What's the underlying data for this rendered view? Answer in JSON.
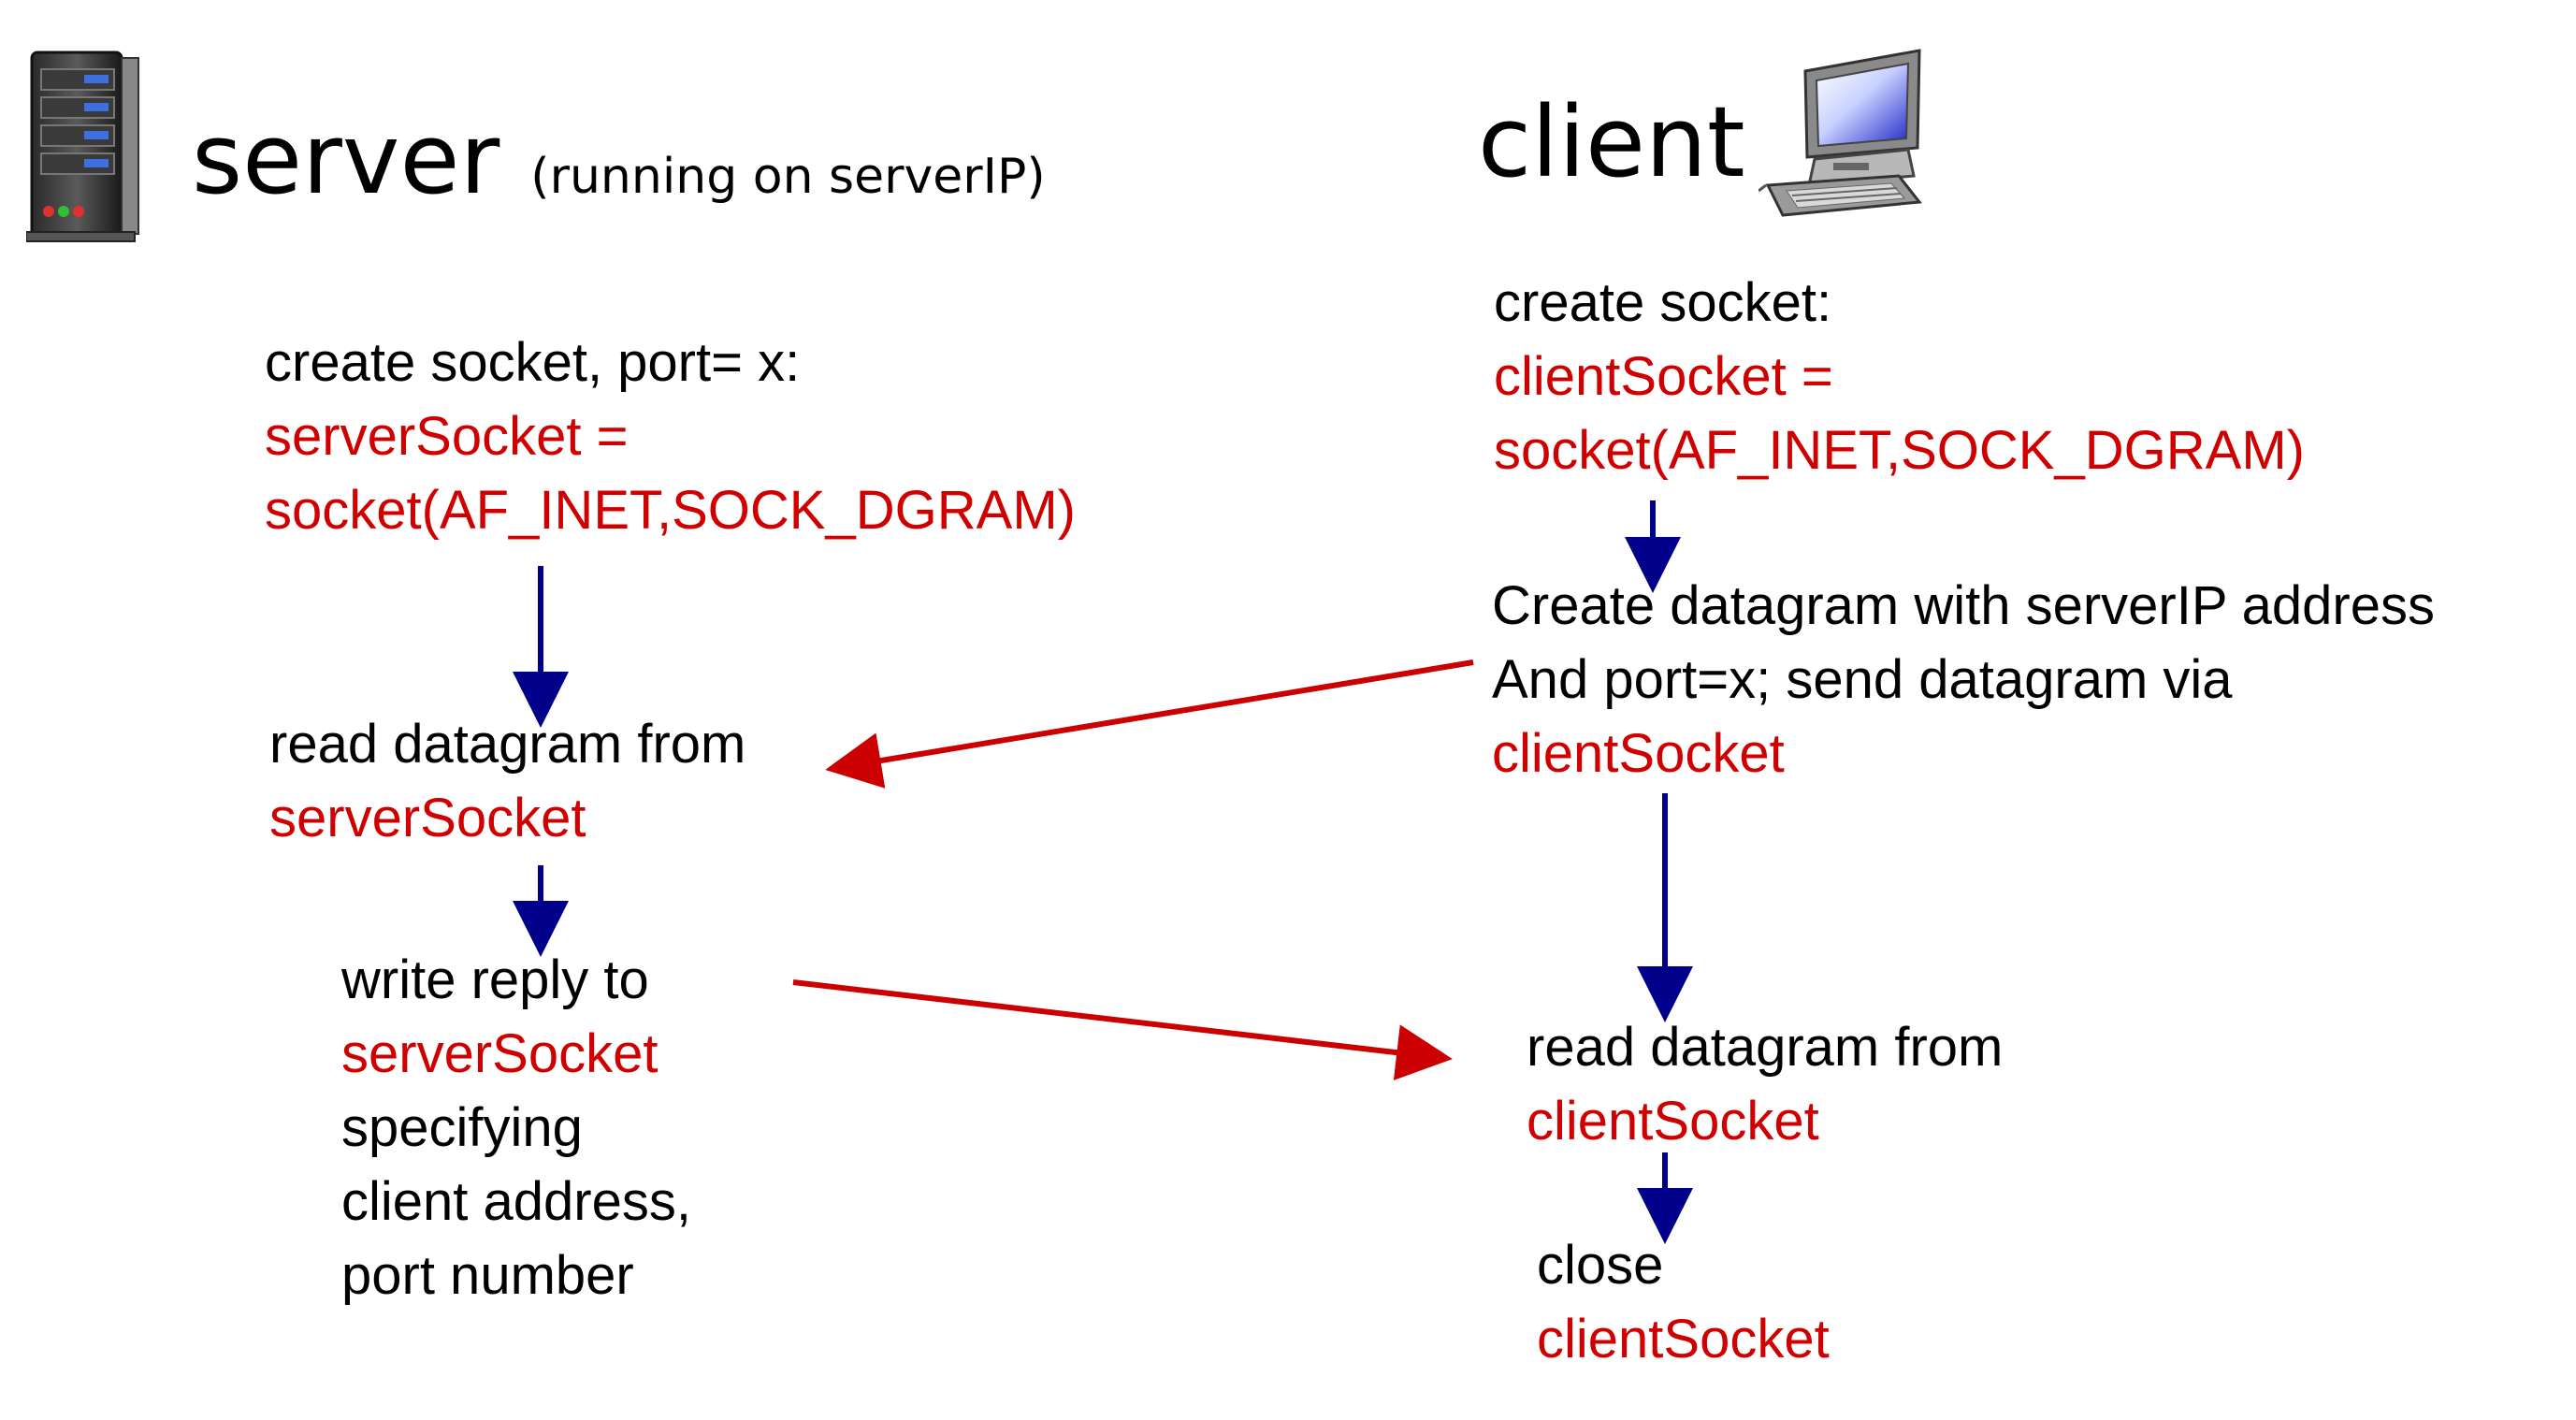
{
  "header": {
    "server_title": "server",
    "server_note": "(running on serverIP)",
    "client_title": "client"
  },
  "server": {
    "create_label": "create socket, port= x:",
    "create_code_1": "serverSocket =",
    "create_code_2": "socket(AF_INET,SOCK_DGRAM)",
    "read_label": "read datagram from",
    "read_code": "serverSocket",
    "write_1": "write reply to",
    "write_code": "serverSocket",
    "write_2": "specifying",
    "write_3": "client address,",
    "write_4": "port number"
  },
  "client": {
    "create_label": "create socket:",
    "create_code_1": "clientSocket =",
    "create_code_2": "socket(AF_INET,SOCK_DGRAM)",
    "send_1": "Create datagram with serverIP address",
    "send_2": "And port=x; send datagram via",
    "send_code": "clientSocket",
    "read_label": "read datagram from",
    "read_code": "clientSocket",
    "close_label": "close",
    "close_code": "clientSocket"
  },
  "colors": {
    "code": "#d00000",
    "text": "#000000",
    "local_arrow": "#00008b",
    "message_arrow": "#cc0000"
  },
  "icons": {
    "server": "server-tower-icon",
    "client": "desktop-computer-icon"
  }
}
